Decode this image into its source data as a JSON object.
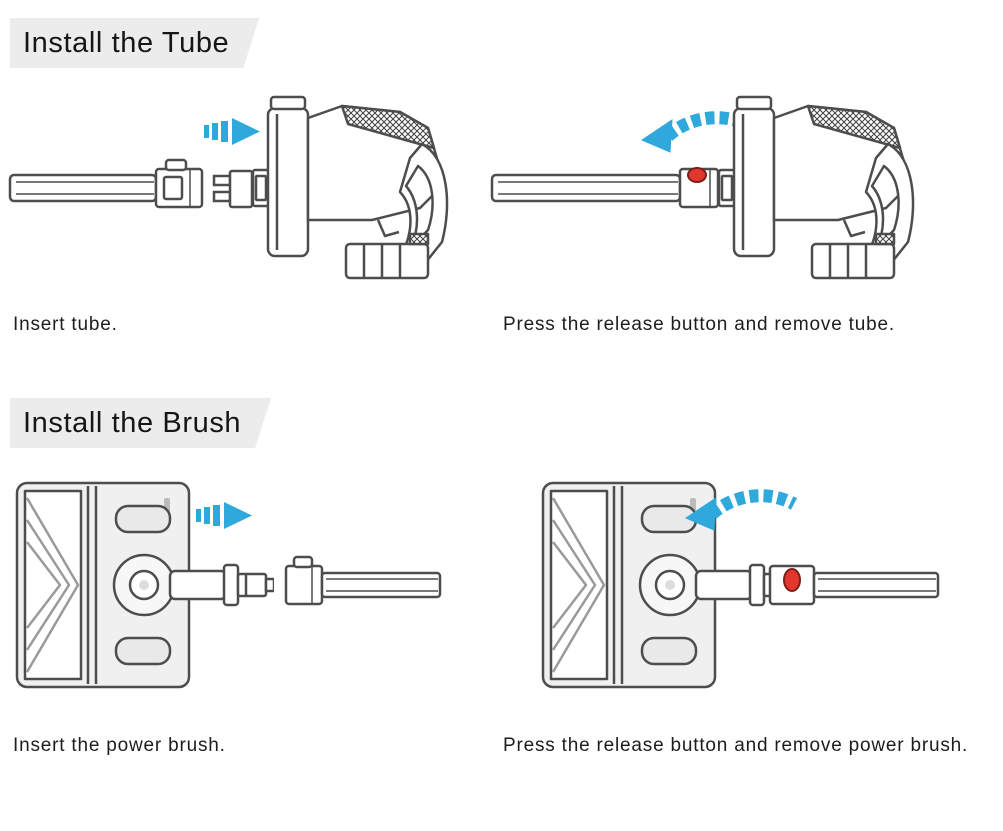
{
  "colors": {
    "arrow_blue": "#2FA8DC",
    "button_red": "#E3372E"
  },
  "icons": {
    "insert_arrow": "insert-arrow-right-icon",
    "remove_arrow": "remove-arrow-curved-left-icon"
  },
  "sections": [
    {
      "heading": "Install the Tube",
      "steps": [
        {
          "caption": "Insert tube."
        },
        {
          "caption": "Press the release button and remove tube."
        }
      ]
    },
    {
      "heading": "Install the Brush",
      "steps": [
        {
          "caption": "Insert the power brush."
        },
        {
          "caption": "Press the release button and remove power brush."
        }
      ]
    }
  ]
}
